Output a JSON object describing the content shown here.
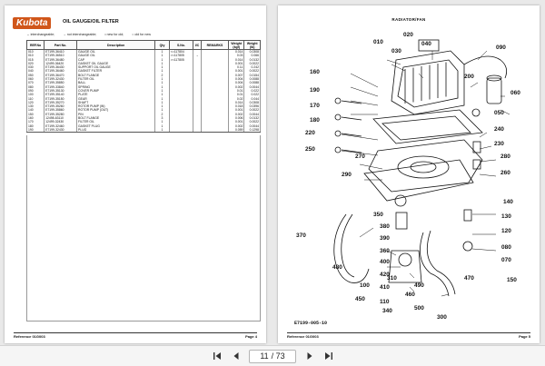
{
  "left_page": {
    "logo": "Kubota",
    "title": "OIL GAUGE/OIL FILTER",
    "legend": [
      "↔ interchangeable;",
      "→ not interchangeable;",
      "• new for old;",
      "○ old for new"
    ],
    "columns": [
      "REF.No",
      "Part No.",
      "Description",
      "Qty",
      "S.No.",
      "I/C",
      "REMARKS",
      "Weight (kgf)",
      "Weight (lb)"
    ],
    "rows": [
      [
        "010",
        "E7199-36410",
        "GAUGE OIL",
        "1",
        "<=117804",
        "",
        "",
        "0.014",
        "0.0308"
      ],
      [
        "010",
        "E7199-36510",
        "GAUGE OIL",
        "1",
        ">=117805",
        "→",
        "",
        "0.03",
        "0.066"
      ],
      [
        "015",
        "E7199-36480",
        "CAP",
        "1",
        ">=117805",
        "",
        "",
        "0.014",
        "0.0132"
      ],
      [
        "020",
        "12499-36420",
        "GASKET OIL GAUGE",
        "1",
        "",
        "",
        "",
        "0.001",
        "0.0022"
      ],
      [
        "030",
        "E7199-36430",
        "SUPPORT OIL GAUGE",
        "1",
        "",
        "",
        "",
        "0.11",
        "0.242"
      ],
      [
        "040",
        "E7199-36460",
        "GASKET FILTER",
        "1",
        "",
        "",
        "",
        "0.001",
        "0.0022"
      ],
      [
        "050",
        "E7199-36470",
        "BOLT FLANGE",
        "2",
        "",
        "",
        "",
        "0.007",
        "0.0154"
      ],
      [
        "060",
        "E7199-32430",
        "FILTER OIL",
        "1",
        "",
        "",
        "",
        "0.004",
        "0.0088"
      ],
      [
        "070",
        "E7199-35850",
        "BALL",
        "1",
        "",
        "",
        "",
        "0.004",
        "0.0088"
      ],
      [
        "080",
        "E7199-33840",
        "SPRING",
        "1",
        "",
        "",
        "",
        "0.002",
        "0.0044"
      ],
      [
        "090",
        "E7199-35130",
        "COVER PUMP",
        "1",
        "",
        "",
        "",
        "0.01",
        "0.022"
      ],
      [
        "100",
        "E7199-35140",
        "PLATE",
        "1",
        "",
        "",
        "",
        "0.01",
        "0.022"
      ],
      [
        "110",
        "E7199-35150",
        "GEAR",
        "1",
        "",
        "",
        "",
        "0.02",
        "0.044"
      ],
      [
        "120",
        "E7199-35270",
        "SHAFT",
        "1",
        "",
        "",
        "",
        "0.014",
        "0.0308"
      ],
      [
        "130",
        "E7199-35260",
        "ROTOR PUMP (IN)",
        "1",
        "",
        "",
        "",
        "0.018",
        "0.0396"
      ],
      [
        "140",
        "E7199-35860",
        "ROTOR PUMP (OUT)",
        "1",
        "",
        "",
        "",
        "0.001",
        "0.0022"
      ],
      [
        "150",
        "E7199-35280",
        "PIN",
        "2",
        "",
        "",
        "",
        "0.002",
        "0.0044"
      ],
      [
        "160",
        "12498-63110",
        "BOLT FLANGE",
        "3",
        "",
        "",
        "",
        "0.006",
        "0.0132"
      ],
      [
        "170",
        "12499-32430",
        "FILTER OIL",
        "1",
        "",
        "",
        "",
        "0.001",
        "0.0022"
      ],
      [
        "180",
        "E7199-32460",
        "GASKET PLUG",
        "1",
        "",
        "",
        "",
        "0.002",
        "0.0044"
      ],
      [
        "190",
        "E7199-32430",
        "PLUG",
        "1",
        "",
        "",
        "",
        "0.059",
        "0.1298"
      ]
    ],
    "footer_ref": "Reference 01G003",
    "footer_page": "Page 4"
  },
  "right_page": {
    "title": "RADIATOR/FAN",
    "drawing_code": "E7199-005-10",
    "footer_ref": "Reference 01G003",
    "footer_page": "Page 5",
    "callouts": [
      "010",
      "020",
      "040",
      "030",
      "090",
      "160",
      "190",
      "170",
      "180",
      "200",
      "060",
      "050",
      "220",
      "250",
      "270",
      "290",
      "240",
      "230",
      "280",
      "260",
      "140",
      "130",
      "120",
      "080",
      "070",
      "150",
      "100",
      "110",
      "350",
      "380",
      "390",
      "360",
      "400",
      "420",
      "410",
      "370",
      "480",
      "310",
      "340",
      "450",
      "500",
      "460",
      "440",
      "430",
      "490",
      "470",
      "300"
    ]
  },
  "toolbar": {
    "current_page": "11",
    "total_pages": "/ 73"
  }
}
